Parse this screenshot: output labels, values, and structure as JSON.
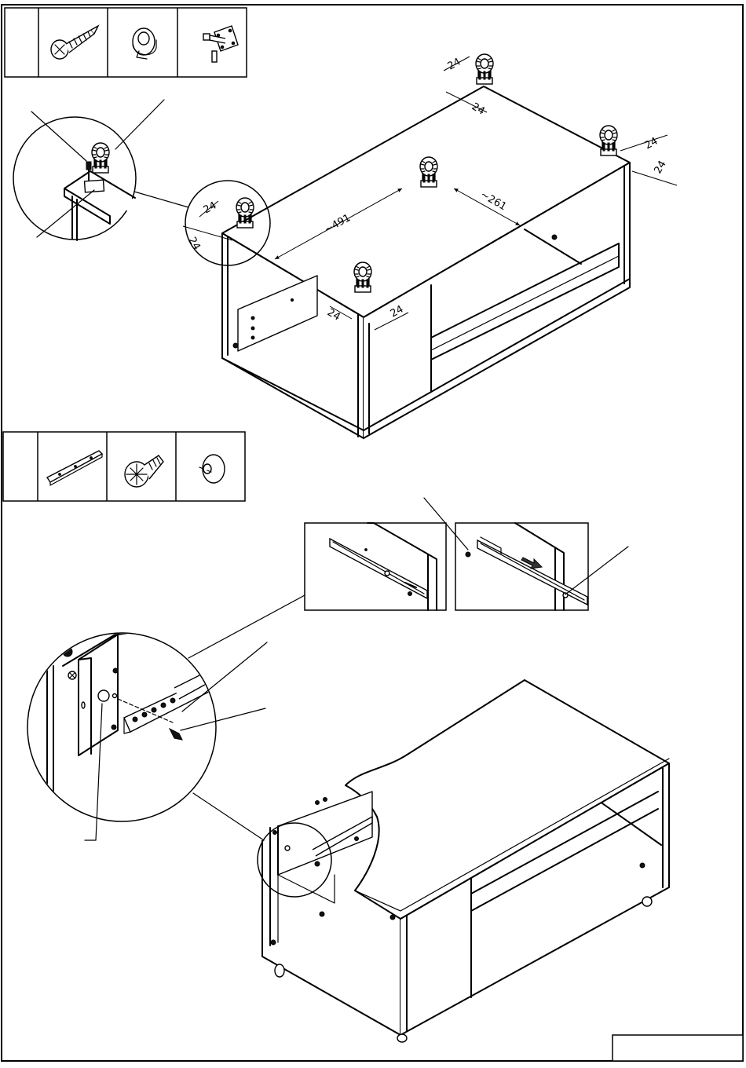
{
  "step1": {
    "parts": [
      {
        "icon": "screw-icon"
      },
      {
        "icon": "caster-wheel-icon"
      },
      {
        "icon": "caster-plate-icon"
      }
    ],
    "dimensions": {
      "edge_offset": "24",
      "length": "~491",
      "depth": "~261"
    }
  },
  "step2": {
    "parts": [
      {
        "icon": "drawer-rail-icon"
      },
      {
        "icon": "euro-screw-icon"
      },
      {
        "icon": "stopper-icon"
      }
    ]
  }
}
